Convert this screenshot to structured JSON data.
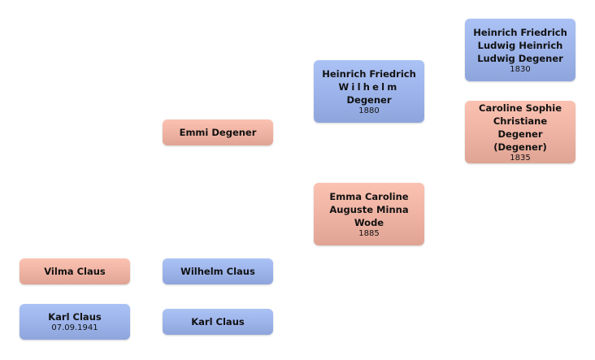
{
  "colors": {
    "male": "#9cb3ea",
    "female": "#eeb2a2",
    "background": "#ffffff"
  },
  "people": {
    "vilma_claus": {
      "name_lines": [
        "Vilma Claus"
      ],
      "date": ""
    },
    "karl_claus_1941": {
      "name_lines": [
        "Karl Claus"
      ],
      "date": "07.09.1941"
    },
    "emmi_degener": {
      "name_lines": [
        "Emmi Degener"
      ],
      "date": ""
    },
    "wilhelm_claus": {
      "name_lines": [
        "Wilhelm Claus"
      ],
      "date": ""
    },
    "karl_claus": {
      "name_lines": [
        "Karl Claus"
      ],
      "date": ""
    },
    "heinrich_friedrich_wilhelm_degener": {
      "name_lines": [
        "Heinrich Friedrich",
        "Wilhelm",
        "Degener"
      ],
      "date": "1880"
    },
    "emma_caroline_auguste_minna_wode": {
      "name_lines": [
        "Emma Caroline",
        "Auguste Minna",
        "Wode"
      ],
      "date": "1885"
    },
    "heinrich_friedrich_ludwig_heinrich_ludwig_degener": {
      "name_lines": [
        "Heinrich Friedrich",
        "Ludwig Heinrich",
        "Ludwig Degener"
      ],
      "date": "1830"
    },
    "caroline_sophie_christiane_degener": {
      "name_lines": [
        "Caroline Sophie",
        "Christiane Degener",
        "(Degener)"
      ],
      "date": "1835"
    }
  }
}
